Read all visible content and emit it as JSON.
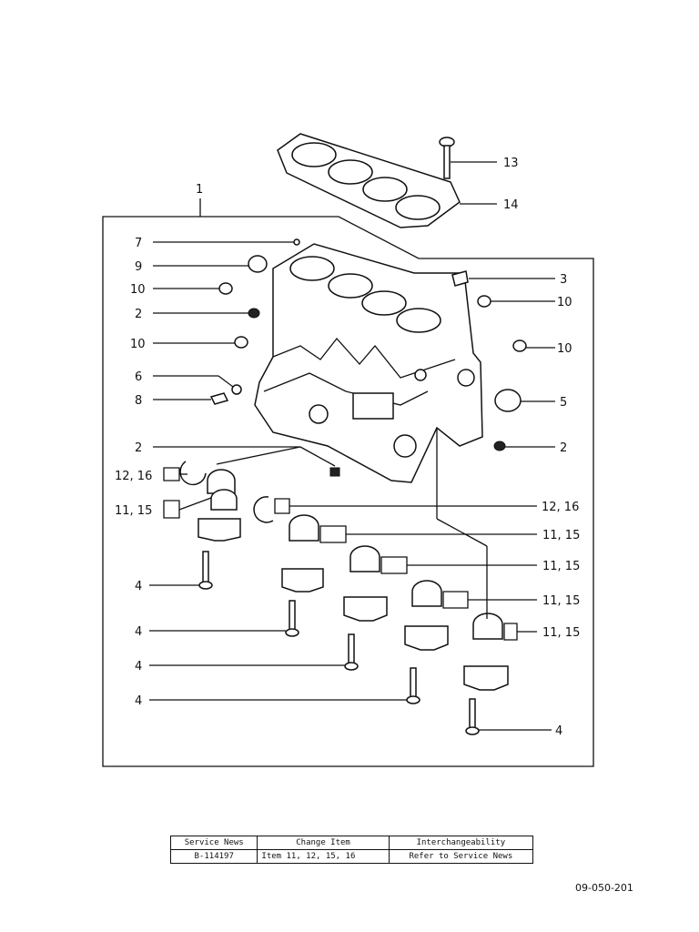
{
  "callouts": {
    "c1": "1",
    "c2a": "2",
    "c2b": "2",
    "c2c": "2",
    "c3": "3",
    "c4a": "4",
    "c4b": "4",
    "c4c": "4",
    "c4d": "4",
    "c4e": "4",
    "c5": "5",
    "c6": "6",
    "c7": "7",
    "c8": "8",
    "c9": "9",
    "c10a": "10",
    "c10b": "10",
    "c10c": "10",
    "c10d": "10",
    "c1216a": "12, 16",
    "c1216b": "12, 16",
    "c1115a": "11, 15",
    "c1115b": "11, 15",
    "c1115c": "11, 15",
    "c1115d": "11, 15",
    "c1115e": "11, 15",
    "c13": "13",
    "c14": "14"
  },
  "info_table": {
    "headers": [
      "Service News",
      "Change Item",
      "Interchangeability"
    ],
    "row": [
      "B-114197",
      "Item 11, 12, 15, 16",
      "Refer to Service News"
    ]
  },
  "doc_number": "09-050-201"
}
